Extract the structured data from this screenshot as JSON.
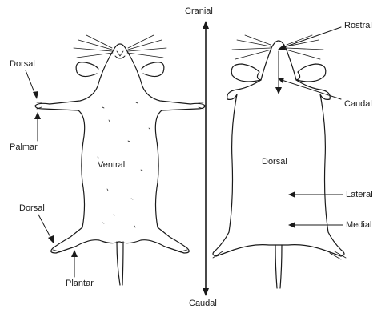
{
  "labels": {
    "cranial": "Cranial",
    "caudal_axis": "Caudal",
    "rostral": "Rostral",
    "caudal": "Caudal",
    "dorsal_paw": "Dorsal",
    "palmar": "Palmar",
    "ventral": "Ventral",
    "dorsal_foot": "Dorsal",
    "plantar": "Plantar",
    "dorsal_body": "Dorsal",
    "lateral": "Lateral",
    "medial": "Medial"
  },
  "colors": {
    "ink": "#1a1a1a",
    "background": "#ffffff"
  }
}
